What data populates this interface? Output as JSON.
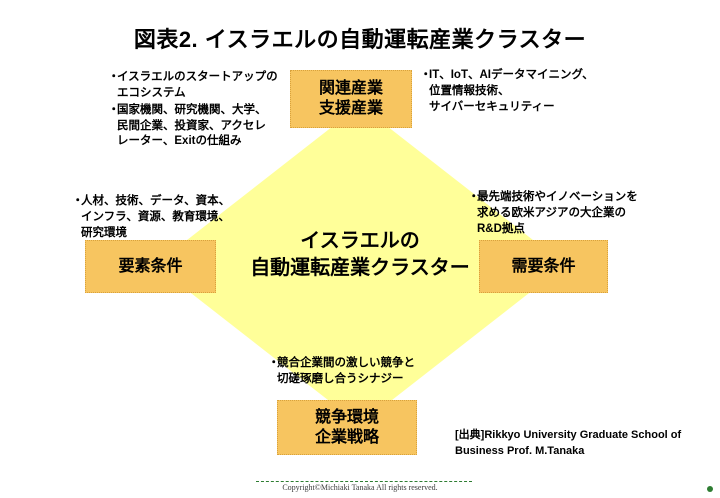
{
  "slide": {
    "title": "図表2. イスラエルの自動運転産業クラスター",
    "background_color": "#ffffff"
  },
  "diagram": {
    "type": "diamond-cluster",
    "shape_color": "#ffff99",
    "node_color": "#f7c560",
    "center": {
      "line1": "イスラエルの",
      "line2": "自動運転産業クラスター"
    },
    "nodes": {
      "top": {
        "line1": "関連産業",
        "line2": "支援産業"
      },
      "left": {
        "line1": "要素条件",
        "line2": ""
      },
      "right": {
        "line1": "需要条件",
        "line2": ""
      },
      "bottom": {
        "line1": "競争環境",
        "line2": "企業戦略"
      }
    },
    "annotations": {
      "top_left": [
        "イスラエルのスタートアップの\nエコシステム",
        "国家機関、研究機関、大学、\n民間企業、投資家、アクセレ\nレーター、Exitの仕組み"
      ],
      "top_right": [
        "IT、IoT、AIデータマイニング、\n位置情報技術、\nサイバーセキュリティー"
      ],
      "left": [
        "人材、技術、データ、資本、\nインフラ、資源、教育環境、\n研究環境"
      ],
      "right": [
        "最先端技術やイノベーションを\n求める欧米アジアの大企業の\nR&D拠点"
      ],
      "bottom": [
        "競合企業間の激しい競争と\n切磋琢磨し合うシナジー"
      ]
    },
    "bullet_marker": "・"
  },
  "source": {
    "line1": "[出典]Rikkyo University Graduate School of",
    "line2": "Business   Prof. M.Tanaka"
  },
  "footer": {
    "copyright": "Copyright©Michiaki Tanaka All rights reserved.",
    "accent_color": "#2e7d32"
  }
}
